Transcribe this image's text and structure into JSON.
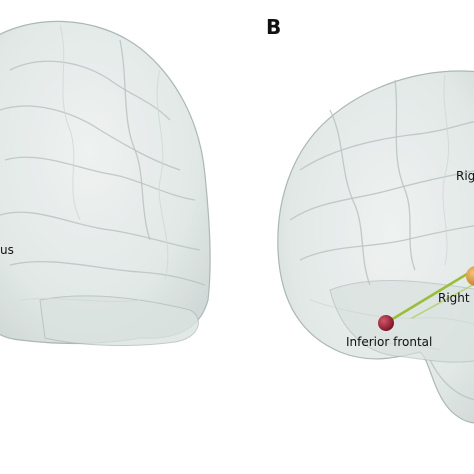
{
  "panel_b": {
    "letter": "B",
    "labels": {
      "right_upper": "Rig",
      "right_lower": "Right",
      "inferior_frontal": "Inferior frontal"
    }
  },
  "panel_a": {
    "labels": {
      "partial": "us"
    }
  },
  "colors": {
    "brain_fill": "#dfe6e4",
    "brain_edge": "#a9b4b2",
    "node_inferior_frontal": "#8e1c2e",
    "node_right": "#d89a3a",
    "edge_line": "#9bbd3a"
  }
}
